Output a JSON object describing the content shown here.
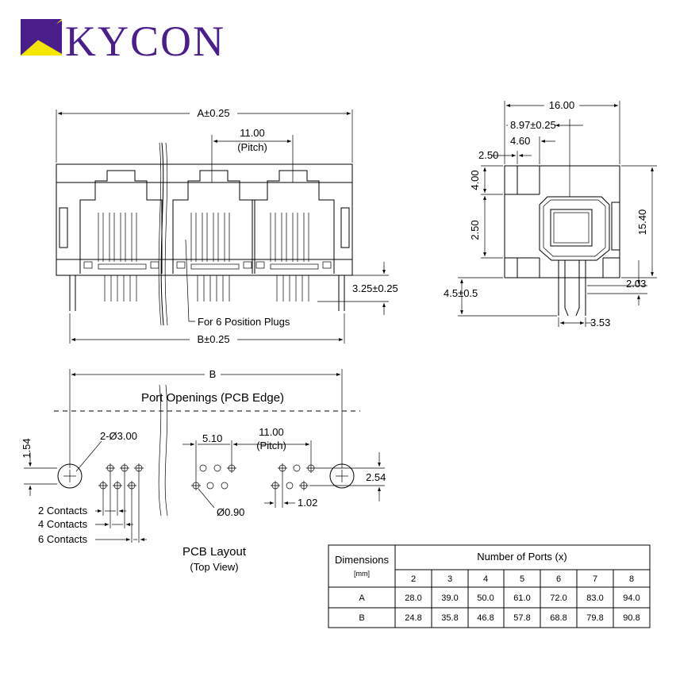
{
  "logo": {
    "text": "KYCON"
  },
  "front_view": {
    "dim_a": "A±0.25",
    "pitch_value": "11.00",
    "pitch_word": "(Pitch)",
    "pin_length": "3.25±0.25",
    "plug_note": "For 6 Position Plugs",
    "dim_b": "B±0.25"
  },
  "side_view": {
    "width": "16.00",
    "offset_897": "8.97±0.25",
    "offset_460": "4.60",
    "offset_250_top": "2.50",
    "height_400": "4.00",
    "height_250": "2.50",
    "height_1540": "15.40",
    "pin_45": "4.5±0.5",
    "dim_203": "2.03",
    "dim_353": "3.53"
  },
  "pcb_layout": {
    "dim_b": "B",
    "edge_label": "Port Openings (PCB Edge)",
    "hole_label": "2-Ø3.00",
    "dim_154": "1.54",
    "dim_510": "5.10",
    "pitch_value": "11.00",
    "pitch_word": "(Pitch)",
    "dim_254": "2.54",
    "dim_102": "1.02",
    "dim_090": "Ø0.90",
    "contacts_2": "2 Contacts",
    "contacts_4": "4 Contacts",
    "contacts_6": "6 Contacts",
    "title": "PCB Layout",
    "subtitle": "(Top View)"
  },
  "table": {
    "row_header": "Dimensions",
    "unit": "[mm]",
    "group_header": "Number of  Ports (x)",
    "ports": [
      "2",
      "3",
      "4",
      "5",
      "6",
      "7",
      "8"
    ],
    "rows": [
      {
        "label": "A",
        "values": [
          "28.0",
          "39.0",
          "50.0",
          "61.0",
          "72.0",
          "83.0",
          "94.0"
        ]
      },
      {
        "label": "B",
        "values": [
          "24.8",
          "35.8",
          "46.8",
          "57.8",
          "68.8",
          "79.8",
          "90.8"
        ]
      }
    ]
  }
}
